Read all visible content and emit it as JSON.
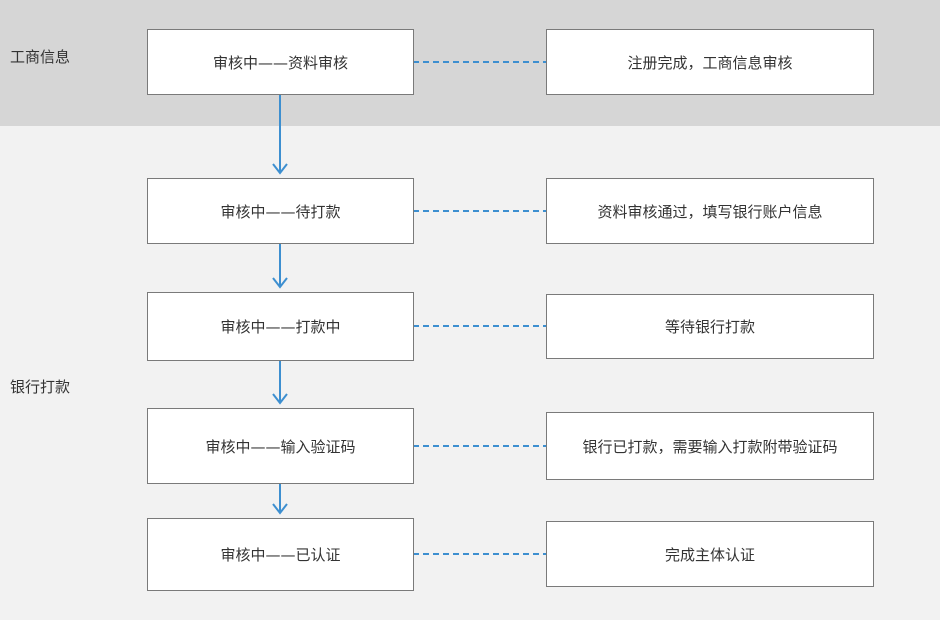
{
  "lanes": [
    {
      "label": "工商信息"
    },
    {
      "label": "银行打款"
    }
  ],
  "steps": [
    {
      "status": "审核中——资料审核",
      "note": "注册完成，工商信息审核"
    },
    {
      "status": "审核中——待打款",
      "note": "资料审核通过，填写银行账户信息"
    },
    {
      "status": "审核中——打款中",
      "note": "等待银行打款"
    },
    {
      "status": "审核中——输入验证码",
      "note": "银行已打款，需要输入打款附带验证码"
    },
    {
      "status": "审核中——已认证",
      "note": "完成主体认证"
    }
  ],
  "colors": {
    "arrow": "#3d8fd0",
    "dash": "#3d8fd0",
    "band_top": "#d6d6d6",
    "band_bottom": "#f2f2f2",
    "box_border": "#7a7a7a"
  }
}
